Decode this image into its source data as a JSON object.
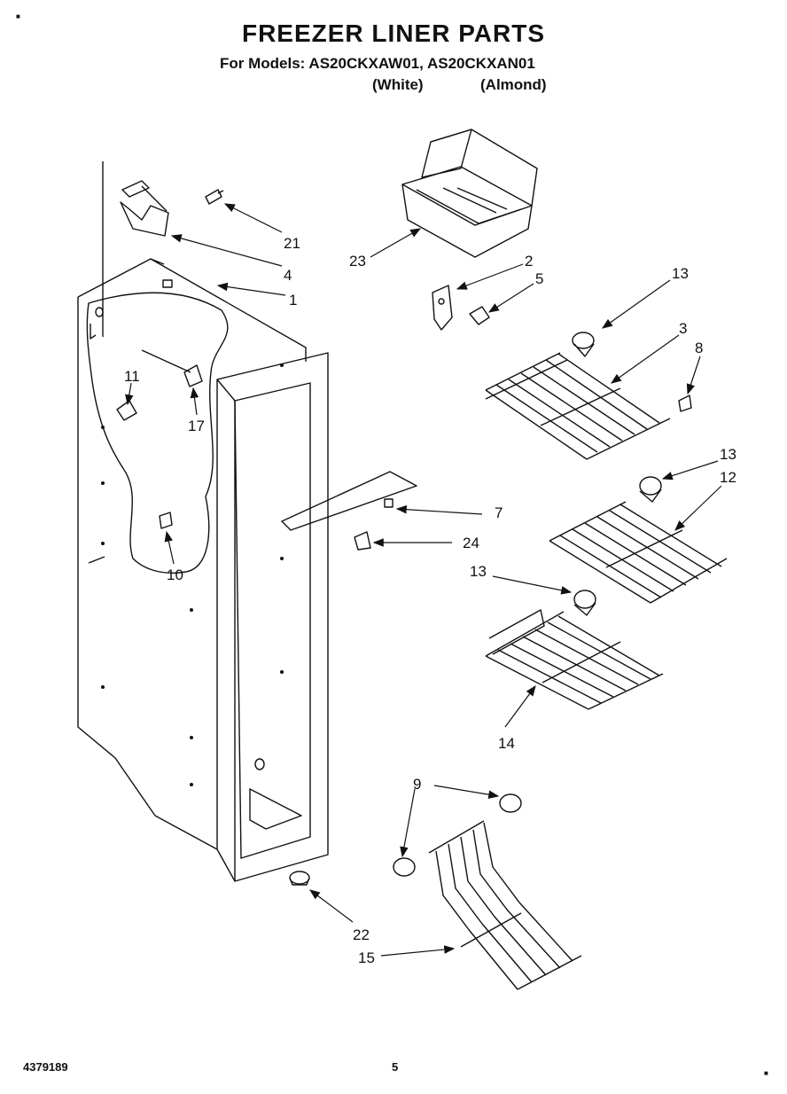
{
  "header": {
    "title": "FREEZER LINER PARTS",
    "models_line": "For Models: AS20CKXAW01, AS20CKXAN01",
    "variant_white": "(White)",
    "variant_almond": "(Almond)"
  },
  "footer": {
    "doc_number": "4379189",
    "page_number": "5"
  },
  "callouts": [
    {
      "id": "c21",
      "label": "21"
    },
    {
      "id": "c4",
      "label": "4"
    },
    {
      "id": "c1",
      "label": "1"
    },
    {
      "id": "c23",
      "label": "23"
    },
    {
      "id": "c2",
      "label": "2"
    },
    {
      "id": "c5",
      "label": "5"
    },
    {
      "id": "c13a",
      "label": "13"
    },
    {
      "id": "c3",
      "label": "3"
    },
    {
      "id": "c8",
      "label": "8"
    },
    {
      "id": "c11",
      "label": "11"
    },
    {
      "id": "c17",
      "label": "17"
    },
    {
      "id": "c13b",
      "label": "13"
    },
    {
      "id": "c12",
      "label": "12"
    },
    {
      "id": "c7",
      "label": "7"
    },
    {
      "id": "c24",
      "label": "24"
    },
    {
      "id": "c10",
      "label": "10"
    },
    {
      "id": "c13c",
      "label": "13"
    },
    {
      "id": "c14",
      "label": "14"
    },
    {
      "id": "c9",
      "label": "9"
    },
    {
      "id": "c22",
      "label": "22"
    },
    {
      "id": "c15",
      "label": "15"
    }
  ]
}
